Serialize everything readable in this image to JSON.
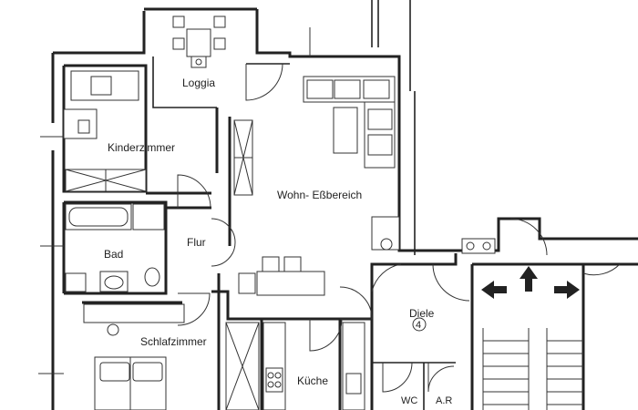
{
  "rooms": {
    "loggia": "Loggia",
    "kinderzimmer": "Kinderzimmer",
    "wohn_essbereich": "Wohn- Eßbereich",
    "bad": "Bad",
    "flur": "Flur",
    "schlafzimmer": "Schlafzimmer",
    "kueche": "Küche",
    "diele": "Diele",
    "diele_number": "4",
    "wc": "WC",
    "abstellraum": "A.R"
  },
  "icons": [
    "arrow-left-icon",
    "arrow-up-icon",
    "arrow-right-icon"
  ]
}
